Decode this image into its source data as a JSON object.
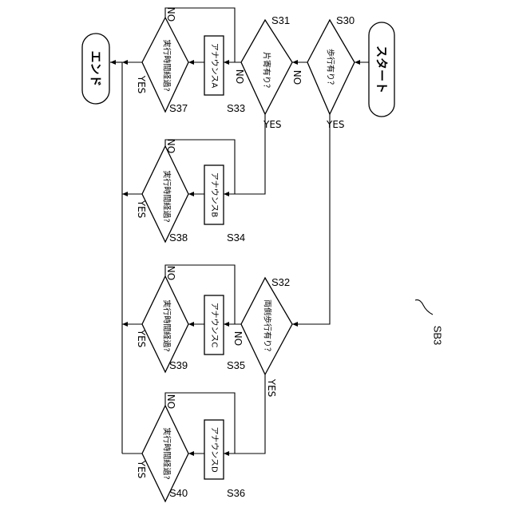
{
  "terminals": {
    "start": "スタート",
    "end": "エンド"
  },
  "decisions": {
    "s30": {
      "id": "S30",
      "text": "歩行有り？"
    },
    "s31": {
      "id": "S31",
      "text": "片寄有り？"
    },
    "s32": {
      "id": "S32",
      "text": "両側歩行有り？"
    },
    "s37": {
      "id": "S37",
      "text": "実行時間経過?"
    },
    "s38": {
      "id": "S38",
      "text": "実行時間経過?"
    },
    "s39": {
      "id": "S39",
      "text": "実行時間経過?"
    },
    "s40": {
      "id": "S40",
      "text": "実行時間経過?"
    }
  },
  "processes": {
    "s33": {
      "id": "S33",
      "text": "アナウンスA"
    },
    "s34": {
      "id": "S34",
      "text": "アナウンスB"
    },
    "s35": {
      "id": "S35",
      "text": "アナウンスC"
    },
    "s36": {
      "id": "S36",
      "text": "アナウンスD"
    }
  },
  "branch_labels": {
    "yes": "YES",
    "no": "NO"
  },
  "figure_ref": "SB3"
}
